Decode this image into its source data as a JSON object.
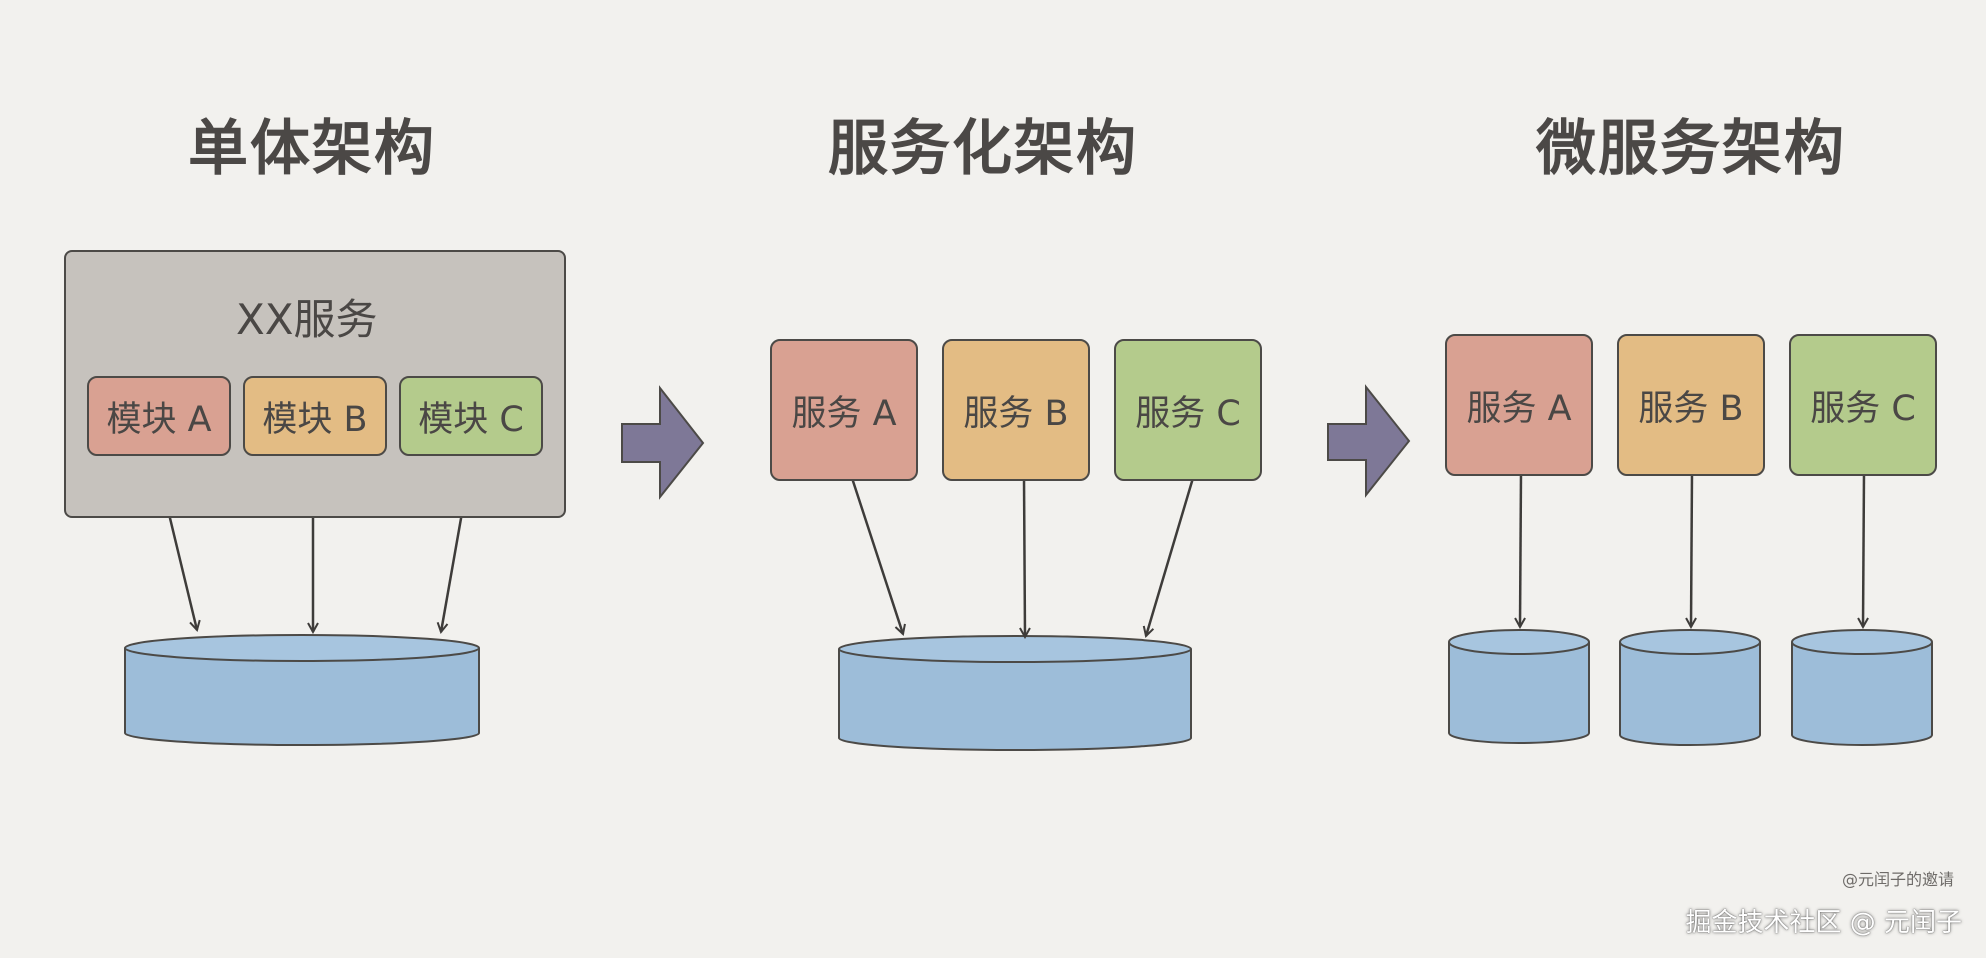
{
  "titles": {
    "monolith": "单体架构",
    "soa": "服务化架构",
    "microservice": "微服务架构"
  },
  "monolith": {
    "container_label": "XX服务",
    "modules": [
      "模块 A",
      "模块 B",
      "模块 C"
    ]
  },
  "soa": {
    "services": [
      "服务 A",
      "服务 B",
      "服务 C"
    ]
  },
  "microservice": {
    "services": [
      "服务 A",
      "服务 B",
      "服务 C"
    ]
  },
  "watermark": {
    "small": "@元闰子的邀请",
    "main": "掘金技术社区 @ 元闰子"
  },
  "colors": {
    "module_a": "#d9a192",
    "module_b": "#e3bc84",
    "module_c": "#b4cb8c",
    "database": "#9dbdd9",
    "arrow": "#7e7897",
    "container": "#c6c2bd"
  }
}
